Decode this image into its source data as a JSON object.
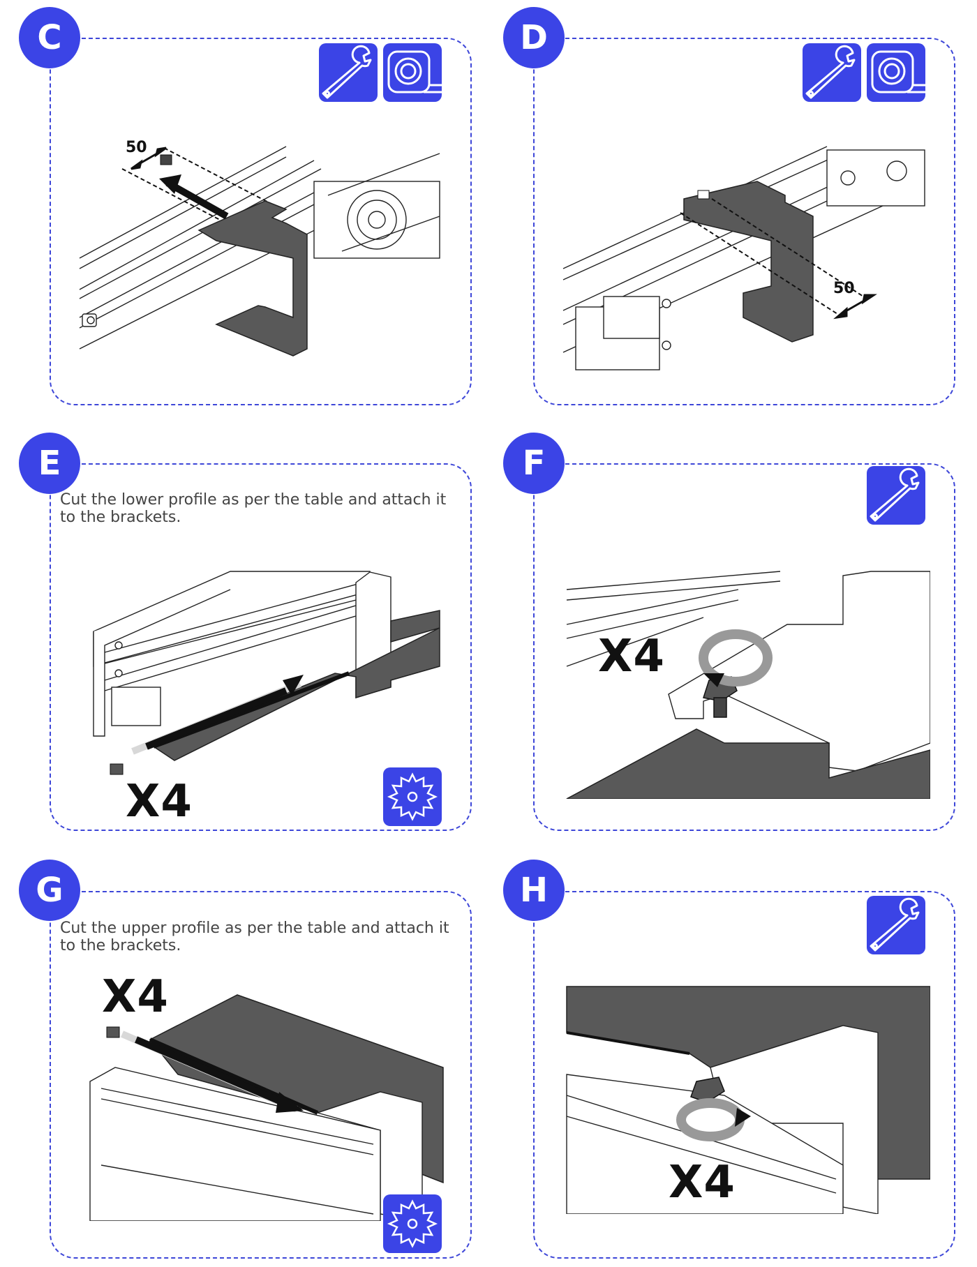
{
  "steps": {
    "c": {
      "letter": "C",
      "dimension": "50"
    },
    "d": {
      "letter": "D",
      "dimension": "50"
    },
    "e": {
      "letter": "E",
      "instruction": "Cut the lower profile as per the table and attach it to the brackets.",
      "quantity": "X4"
    },
    "f": {
      "letter": "F",
      "quantity": "X4"
    },
    "g": {
      "letter": "G",
      "instruction": "Cut the upper profile as per the table and attach it to the brackets.",
      "quantity": "X4"
    },
    "h": {
      "letter": "H",
      "quantity": "X4"
    }
  },
  "icons": {
    "wrench": "wrench-icon",
    "tape": "tape-measure-icon",
    "saw": "saw-blade-icon"
  },
  "colors": {
    "accent": "#3b44e6",
    "dashed_border": "#3d46d8",
    "bracket": "#595959"
  }
}
